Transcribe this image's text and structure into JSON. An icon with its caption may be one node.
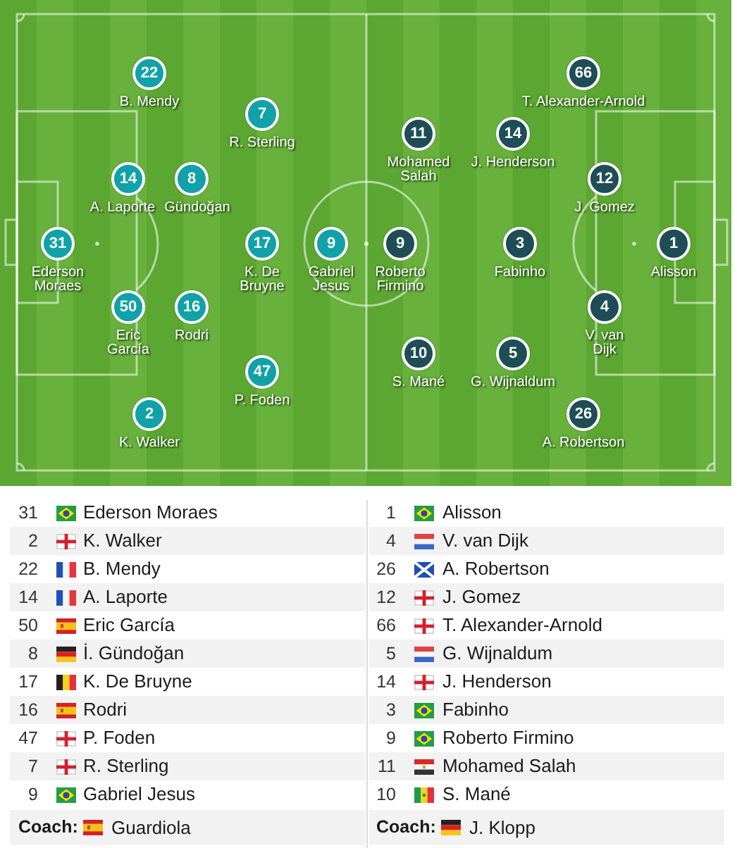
{
  "diagram": {
    "nodes": [
      {
        "text": [
          "31"
        ],
        "beside": [
          "Ederson Moraes"
        ]
      },
      {
        "text": [
          "22"
        ],
        "beside": [
          "B. Mendy"
        ]
      },
      {
        "text": [
          "14"
        ],
        "beside": [
          "A. Laporte"
        ]
      },
      {
        "text": [
          "50"
        ],
        "beside": [
          "Eric García"
        ]
      },
      {
        "text": [
          "2"
        ],
        "beside": [
          "K. Walker"
        ]
      },
      {
        "text": [
          "8"
        ],
        "beside": [
          "Gündoğan"
        ]
      },
      {
        "text": [
          "16"
        ],
        "beside": [
          "Rodri"
        ]
      },
      {
        "text": [
          "7"
        ],
        "beside": [
          "R. Sterling"
        ]
      },
      {
        "text": [
          "17"
        ],
        "beside": [
          "K. De Bruyne"
        ]
      },
      {
        "text": [
          "47"
        ],
        "beside": [
          "P. Foden"
        ]
      },
      {
        "text": [
          "9"
        ],
        "beside": [
          "Gabriel Jesus"
        ]
      },
      {
        "text": [
          "1"
        ],
        "beside": [
          "Alisson"
        ]
      },
      {
        "text": [
          "66"
        ],
        "beside": [
          "T. Alexander-Arnold"
        ]
      },
      {
        "text": [
          "12"
        ],
        "beside": [
          "J. Gomez"
        ]
      },
      {
        "text": [
          "4"
        ],
        "beside": [
          "V. van Dijk"
        ]
      },
      {
        "text": [
          "26"
        ],
        "beside": [
          "A. Robertson"
        ]
      },
      {
        "text": [
          "14"
        ],
        "beside": [
          "J. Henderson"
        ]
      },
      {
        "text": [
          "3"
        ],
        "beside": [
          "Fabinho"
        ]
      },
      {
        "text": [
          "5"
        ],
        "beside": [
          "G. Wijnaldum"
        ]
      },
      {
        "text": [
          "11"
        ],
        "beside": [
          "Mohamed Salah"
        ]
      },
      {
        "text": [
          "9"
        ],
        "beside": [
          "Roberto Firmino"
        ]
      },
      {
        "text": [
          "10"
        ],
        "beside": [
          "S. Mané"
        ]
      }
    ],
    "labels": [
      "31",
      "Ederson Moraes",
      "2",
      "K. Walker",
      "22",
      "B. Mendy",
      "14",
      "A. Laporte",
      "50",
      "Eric García",
      "8",
      "İ. Gündoğan",
      "17",
      "K. De Bruyne",
      "16",
      "Rodri",
      "47",
      "P. Foden",
      "7",
      "R. Sterling",
      "9",
      "Gabriel Jesus",
      "Coach:",
      "Guardiola",
      "1",
      "Alisson",
      "4",
      "V. van Dijk",
      "26",
      "A. Robertson",
      "12",
      "J. Gomez",
      "66",
      "T. Alexander-Arnold",
      "5",
      "G. Wijnaldum",
      "14",
      "J. Henderson",
      "3",
      "Fabinho",
      "9",
      "Roberto Firmino",
      "11",
      "Mohamed Salah",
      "10",
      "S. Mané",
      "Coach:",
      "J. Klopp"
    ]
  }
}
